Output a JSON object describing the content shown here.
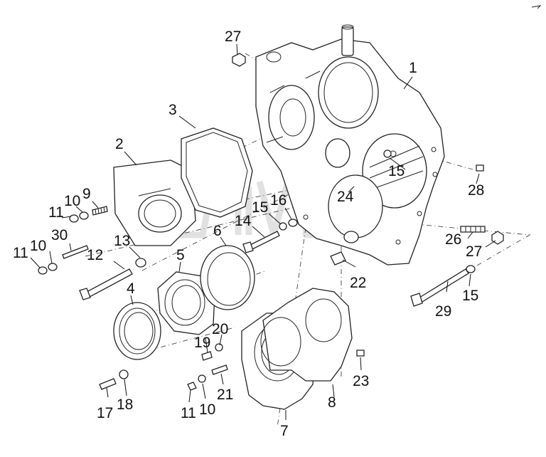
{
  "callouts": [
    {
      "id": "c1",
      "text": "1"
    },
    {
      "id": "c2",
      "text": "2"
    },
    {
      "id": "c3",
      "text": "3"
    },
    {
      "id": "c4",
      "text": "4"
    },
    {
      "id": "c5",
      "text": "5"
    },
    {
      "id": "c6",
      "text": "6"
    },
    {
      "id": "c7",
      "text": "7"
    },
    {
      "id": "c8",
      "text": "8"
    },
    {
      "id": "c9",
      "text": "9"
    },
    {
      "id": "c10a",
      "text": "10"
    },
    {
      "id": "c10b",
      "text": "10"
    },
    {
      "id": "c10c",
      "text": "10"
    },
    {
      "id": "c11a",
      "text": "11"
    },
    {
      "id": "c11b",
      "text": "11"
    },
    {
      "id": "c11c",
      "text": "11"
    },
    {
      "id": "c12",
      "text": "12"
    },
    {
      "id": "c13",
      "text": "13"
    },
    {
      "id": "c14",
      "text": "14"
    },
    {
      "id": "c15a",
      "text": "15"
    },
    {
      "id": "c15b",
      "text": "15"
    },
    {
      "id": "c15c",
      "text": "15"
    },
    {
      "id": "c16",
      "text": "16"
    },
    {
      "id": "c17",
      "text": "17"
    },
    {
      "id": "c18",
      "text": "18"
    },
    {
      "id": "c19",
      "text": "19"
    },
    {
      "id": "c20",
      "text": "20"
    },
    {
      "id": "c21",
      "text": "21"
    },
    {
      "id": "c22",
      "text": "22"
    },
    {
      "id": "c23",
      "text": "23"
    },
    {
      "id": "c24",
      "text": "24"
    },
    {
      "id": "c26",
      "text": "26"
    },
    {
      "id": "c27a",
      "text": "27"
    },
    {
      "id": "c27b",
      "text": "27"
    },
    {
      "id": "c28",
      "text": "28"
    },
    {
      "id": "c29",
      "text": "29"
    },
    {
      "id": "c30",
      "text": "30"
    }
  ],
  "colors": {
    "ink": "#222222",
    "watermark": "#c9c9c9",
    "background": "#ffffff"
  }
}
